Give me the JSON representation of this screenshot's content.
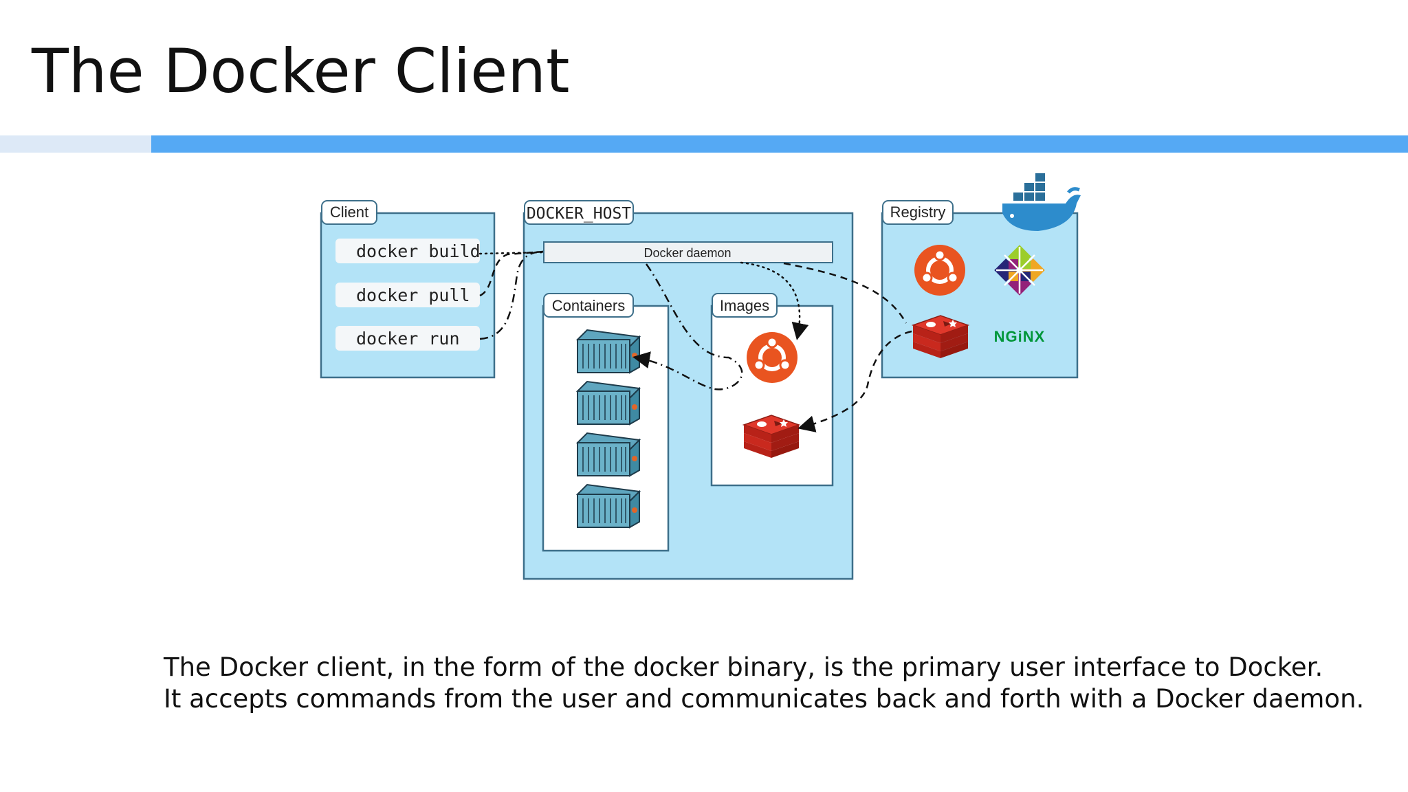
{
  "slide": {
    "title": "The Docker Client",
    "caption_lines": [
      "The Docker client, in the form of the docker binary, is the primary user interface to Docker.",
      "It accepts commands from the user and communicates back and forth with a Docker daemon."
    ]
  },
  "diagram": {
    "client": {
      "label": "Client",
      "commands": [
        "docker build",
        "docker pull",
        "docker run"
      ]
    },
    "docker_host": {
      "label": "DOCKER_HOST",
      "daemon_label": "Docker daemon",
      "containers_label": "Containers",
      "images_label": "Images"
    },
    "registry": {
      "label": "Registry",
      "nginx_label": "NGiNX"
    },
    "icons": [
      "docker-whale-icon",
      "ubuntu-icon",
      "centos-icon",
      "redis-icon",
      "nginx-icon",
      "container-icon"
    ],
    "colors": {
      "panel_fill": "#b3e3f7",
      "panel_stroke": "#3d6f8a",
      "ubuntu": "#e95420",
      "redis": "#d82c20",
      "nginx": "#009639",
      "rule": "#55a9f4"
    }
  }
}
